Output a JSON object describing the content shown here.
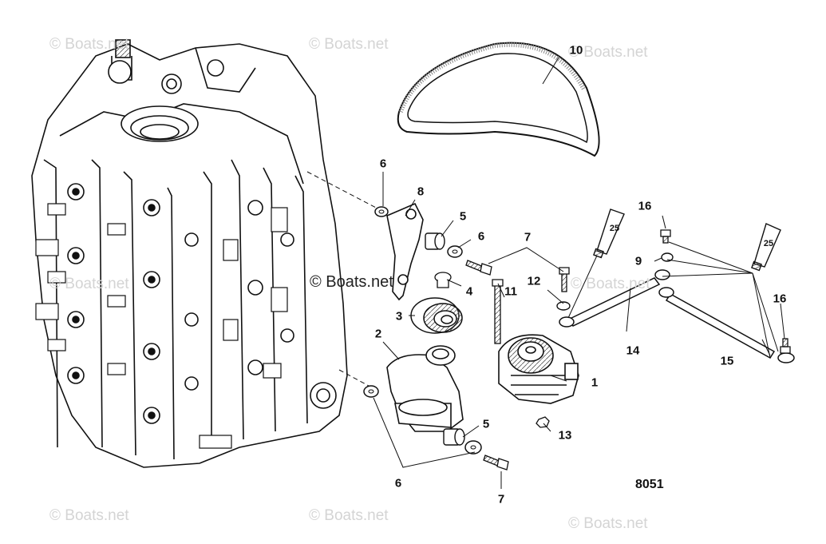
{
  "watermarks": [
    "© Boats.net",
    "© Boats.net",
    "© Boats.net",
    "© Boats.net",
    "© Boats.net",
    "© Boats.net",
    "© Boats.net",
    "© Boats.net"
  ],
  "center_watermark": "© Boats.net",
  "callouts": [
    "10",
    "6",
    "8",
    "5",
    "6",
    "7",
    "16",
    "9",
    "12",
    "11",
    "4",
    "3",
    "2",
    "14",
    "16",
    "15",
    "1",
    "5",
    "13",
    "6",
    "7"
  ],
  "tube_labels": [
    "25",
    "25"
  ],
  "diagram_id": "8051"
}
